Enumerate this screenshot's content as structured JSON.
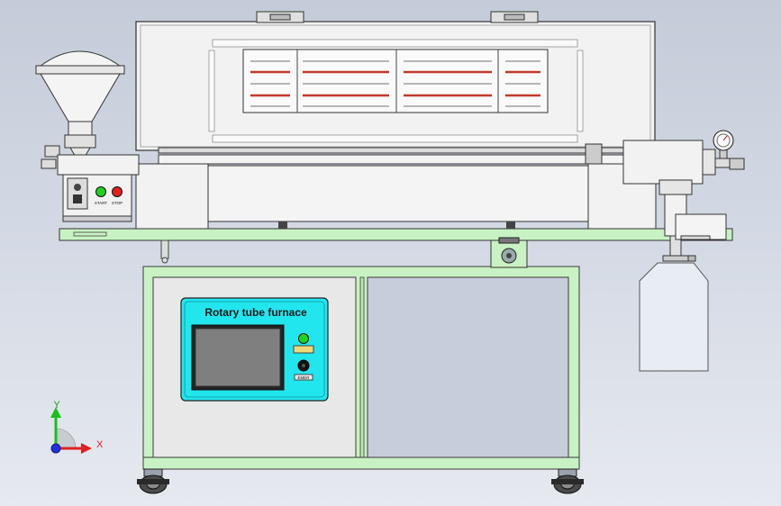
{
  "panel": {
    "title": "Rotary tube furnace",
    "start_label": "START",
    "stop_label": "STOP",
    "emergency_label": "EMER"
  },
  "triad": {
    "x_label": "X",
    "y_label": "Y"
  },
  "colors": {
    "background_top": "#c4ccd9",
    "frame_green": "#c8f2c4",
    "control_panel_cyan": "#22e6ee",
    "indicator_green": "#1fd21f",
    "indicator_red": "#e02020",
    "heating_element_red": "#c0392b",
    "axis_x": "#e02020",
    "axis_y": "#18c018",
    "axis_z": "#2030e0"
  }
}
